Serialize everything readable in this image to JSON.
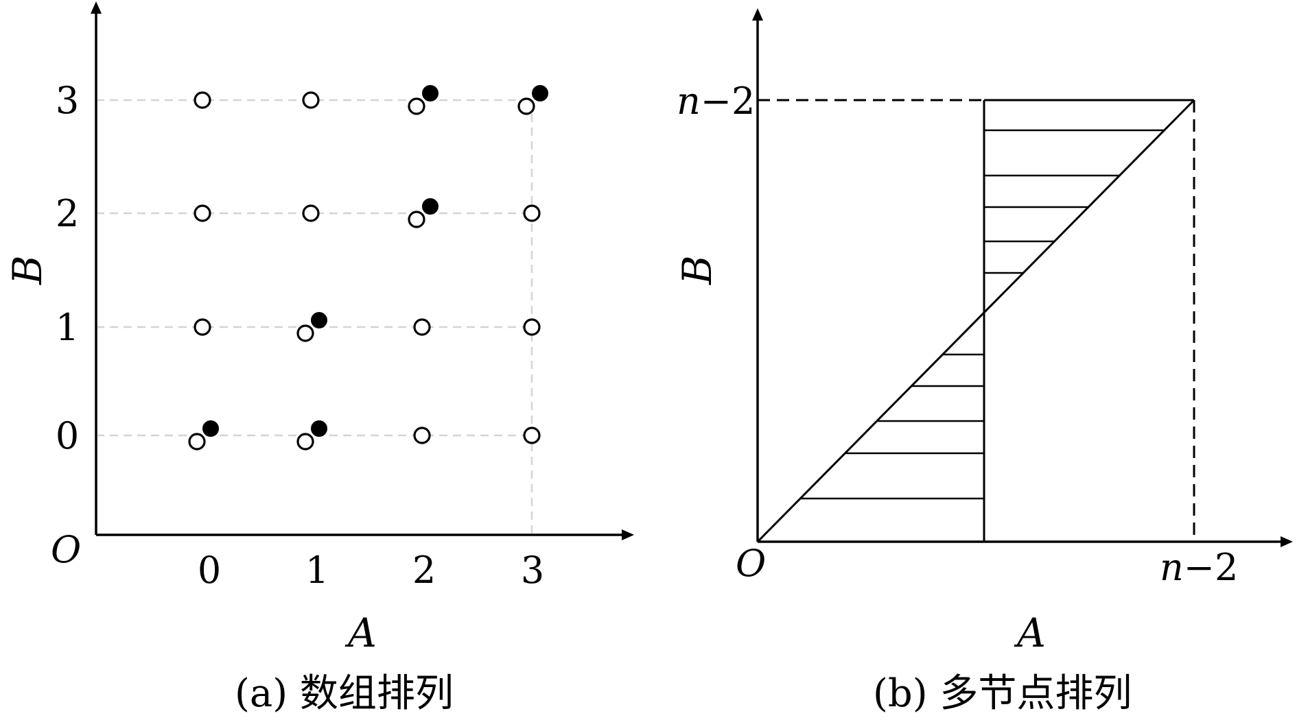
{
  "panel_a": {
    "caption": "(a) 数组排列",
    "x_axis_label": "A",
    "y_axis_label": "B",
    "origin_label": "O",
    "x_ticks": [
      "0",
      "1",
      "2",
      "3"
    ],
    "y_ticks": [
      "0",
      "1",
      "2",
      "3"
    ],
    "open_points": [
      {
        "a": 0,
        "b": 3
      },
      {
        "a": 1,
        "b": 3
      },
      {
        "a": 2,
        "b": 3
      },
      {
        "a": 3,
        "b": 3
      },
      {
        "a": 0,
        "b": 2
      },
      {
        "a": 1,
        "b": 2
      },
      {
        "a": 2,
        "b": 2
      },
      {
        "a": 3,
        "b": 2
      },
      {
        "a": 0,
        "b": 1
      },
      {
        "a": 1,
        "b": 1
      },
      {
        "a": 2,
        "b": 1
      },
      {
        "a": 3,
        "b": 1
      },
      {
        "a": 0,
        "b": 0
      },
      {
        "a": 1,
        "b": 0
      },
      {
        "a": 2,
        "b": 0
      },
      {
        "a": 3,
        "b": 0
      }
    ],
    "filled_points": [
      {
        "a": 0,
        "b": 0
      },
      {
        "a": 1,
        "b": 0
      },
      {
        "a": 1,
        "b": 1
      },
      {
        "a": 2,
        "b": 2
      },
      {
        "a": 2,
        "b": 3
      },
      {
        "a": 3,
        "b": 3
      }
    ]
  },
  "panel_b": {
    "caption": "(b) 多节点排列",
    "x_axis_label": "A",
    "y_axis_label": "B",
    "origin_label": "O",
    "x_max_label_n": "n",
    "x_max_label_rest": "−2",
    "y_max_label_n": "n",
    "y_max_label_rest": "−2"
  }
}
